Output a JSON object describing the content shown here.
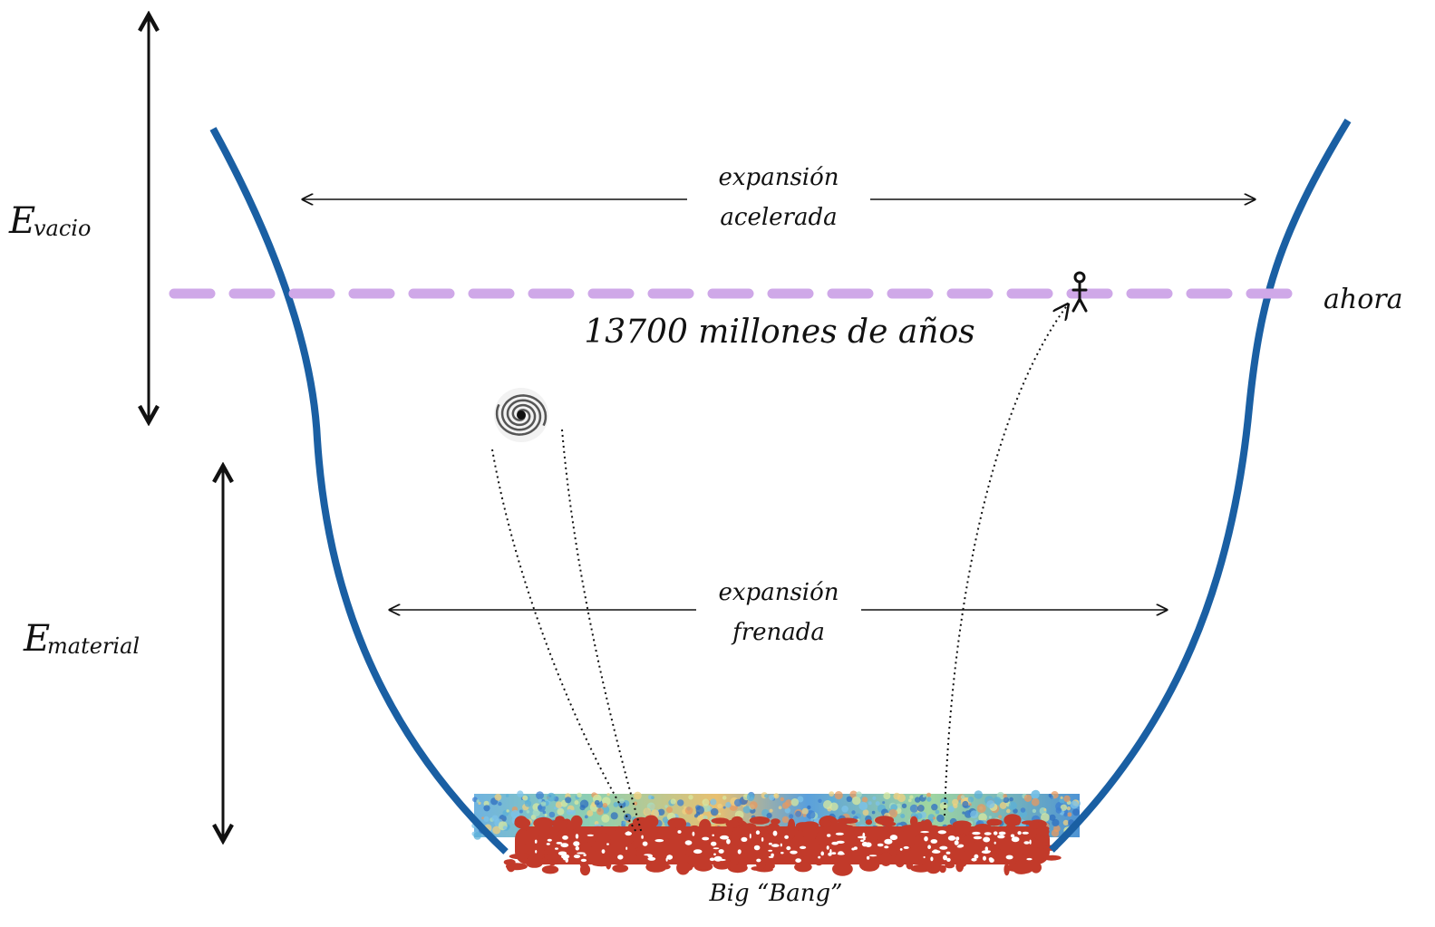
{
  "labels": {
    "e_vacio_symbol": "E",
    "e_vacio_sub": "vacio",
    "e_material_symbol": "E",
    "e_material_sub": "material",
    "accel_line1": "expansión",
    "accel_line2": "acelerada",
    "decel_line1": "expansión",
    "decel_line2": "frenada",
    "now": "ahora",
    "age": "13700 millones de años",
    "big_bang": "Big “Bang”"
  },
  "colors": {
    "universe_boundary": "#1a5fa3",
    "now_line": "#cfa8e8",
    "big_bang_red": "#c23a2a",
    "arrows": "#111111"
  },
  "icons": [
    "spiral-galaxy-icon",
    "stick-figure-icon"
  ]
}
